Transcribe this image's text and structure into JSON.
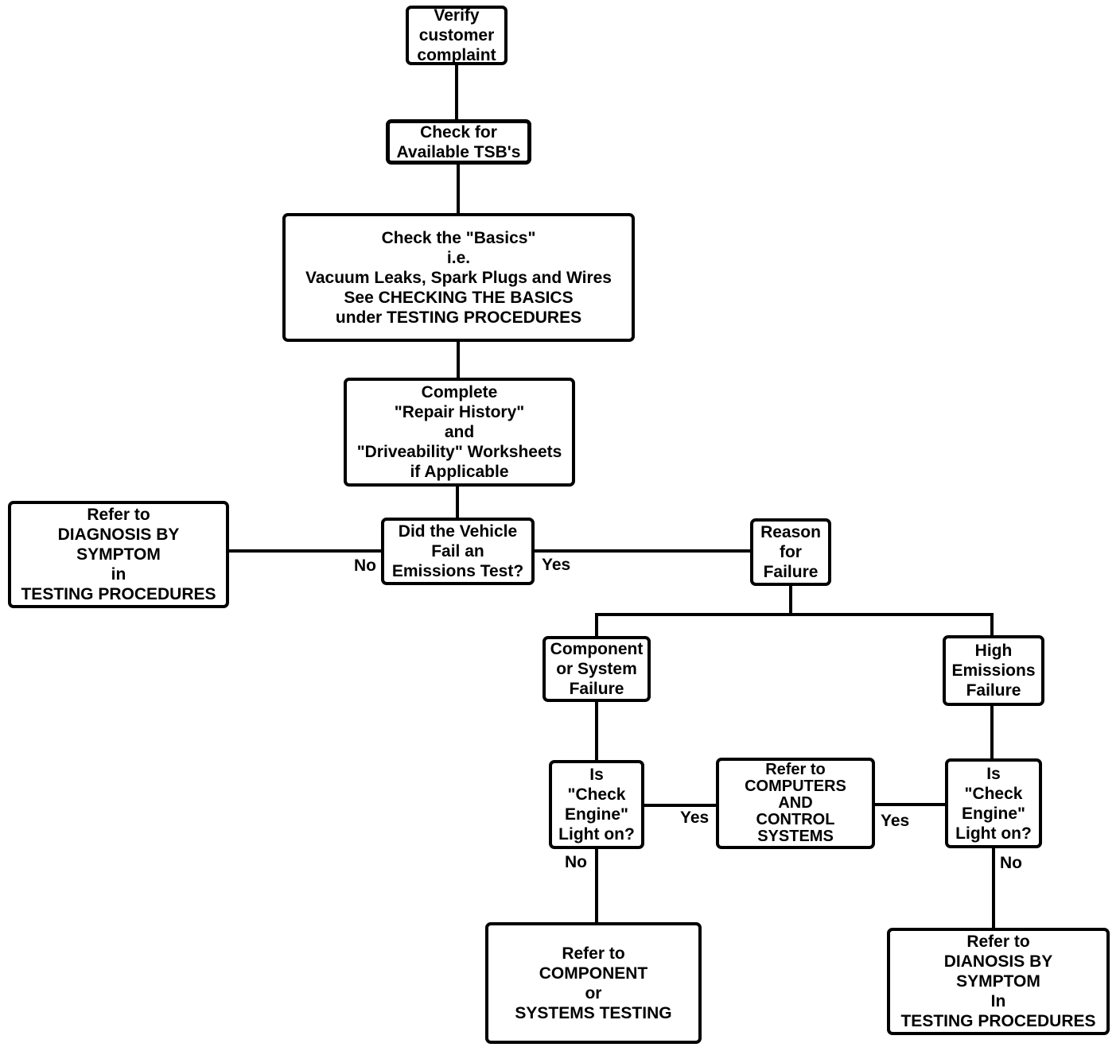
{
  "flowchart": {
    "description": "Emissions failure diagnostic procedure flowchart",
    "colors": {
      "background": "#ffffff",
      "line": "#000000",
      "text": "#000000"
    },
    "nodes": {
      "verify_complaint": "Verify\ncustomer\ncomplaint",
      "check_tsb": "Check for\nAvailable TSB's",
      "check_basics": "Check the \"Basics\"\ni.e.\nVacuum Leaks, Spark Plugs and Wires\nSee CHECKING THE BASICS\nunder TESTING PROCEDURES",
      "complete_worksheets": "Complete\n\"Repair History\"\nand\n\"Driveability\" Worksheets\nif Applicable",
      "refer_diagnosis_symptom": "Refer to\nDIAGNOSIS BY\nSYMPTOM\nin\nTESTING PROCEDURES",
      "emissions_test": "Did the Vehicle\nFail an\nEmissions Test?",
      "reason_for_failure": "Reason\nfor\nFailure",
      "component_system_failure": "Component\nor System\nFailure",
      "high_emissions_failure": "High\nEmissions\nFailure",
      "check_engine_left": "Is\n\"Check\nEngine\"\nLight on?",
      "computers_control_systems": "Refer to\nCOMPUTERS\nAND\nCONTROL\nSYSTEMS",
      "check_engine_right": "Is\n\"Check\nEngine\"\nLight on?",
      "component_systems_testing": "Refer to\nCOMPONENT\nor\nSYSTEMS TESTING",
      "dianosis_symptom": "Refer to\nDIANOSIS BY\nSYMPTOM\nIn\nTESTING PROCEDURES"
    },
    "edge_labels": {
      "emissions_no": "No",
      "emissions_yes": "Yes",
      "check_engine_left_yes": "Yes",
      "check_engine_right_yes": "Yes",
      "check_engine_left_no": "No",
      "check_engine_right_no": "No"
    }
  }
}
